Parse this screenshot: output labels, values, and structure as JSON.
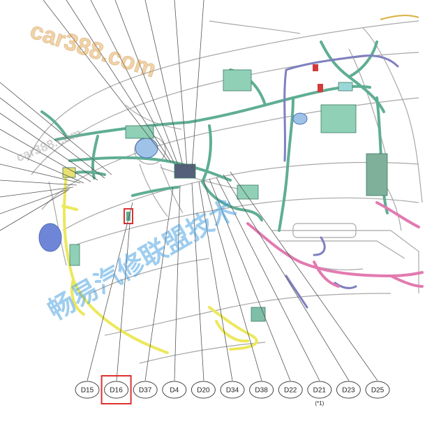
{
  "callouts": [
    {
      "label": "D15",
      "highlighted": false
    },
    {
      "label": "D16",
      "highlighted": true
    },
    {
      "label": "D37",
      "highlighted": false
    },
    {
      "label": "D4",
      "highlighted": false
    },
    {
      "label": "D20",
      "highlighted": false
    },
    {
      "label": "D34",
      "highlighted": false
    },
    {
      "label": "D38",
      "highlighted": false
    },
    {
      "label": "D22",
      "highlighted": false
    },
    {
      "label": "D21",
      "highlighted": false,
      "note": "(*1)"
    },
    {
      "label": "D23",
      "highlighted": false
    },
    {
      "label": "D25",
      "highlighted": false
    }
  ],
  "watermark": {
    "brand": "car388.com",
    "brand_small": "car388.com",
    "cjk": "畅易汽修联盟技术"
  },
  "colors": {
    "harness_green": "#5fae93",
    "harness_yellow": "#ece85c",
    "harness_pink": "#e27ab0",
    "harness_purple": "#7f7fbf",
    "harness_blue": "#6f9fd8",
    "highlight": "#e03030",
    "outline": "#9a9a9a",
    "watermark_blue": "#3d9be0",
    "watermark_gold": "#e0a040"
  }
}
